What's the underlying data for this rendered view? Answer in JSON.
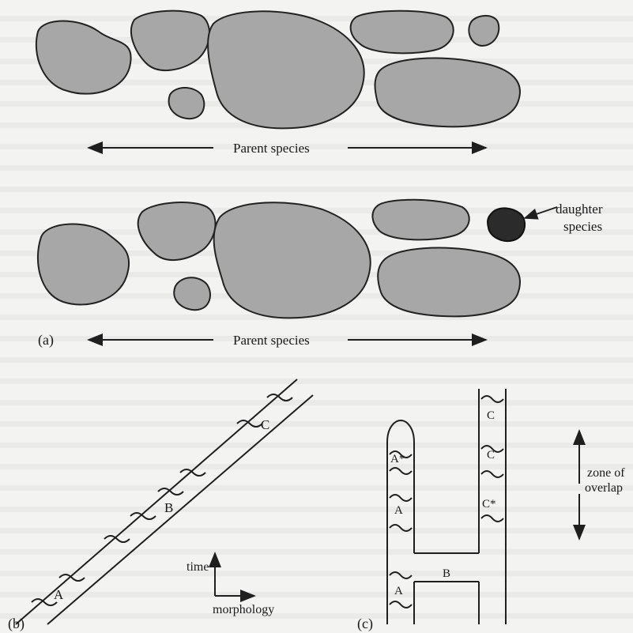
{
  "panel_a": {
    "label": "(a)",
    "top_arrow_label": "Parent species",
    "bottom_arrow_label": "Parent species",
    "daughter_label_line1": "daughter",
    "daughter_label_line2": "species"
  },
  "panel_b": {
    "label": "(b)",
    "axis_y_label": "time",
    "axis_x_label": "morphology",
    "segment_labels": [
      "A",
      "B",
      "C"
    ]
  },
  "panel_c": {
    "label": "(c)",
    "left_labels": [
      "A*",
      "A",
      "A"
    ],
    "bridge_label": "B",
    "right_labels": [
      "C",
      "C",
      "C*"
    ],
    "overlap_line1": "zone of",
    "overlap_line2": "overlap"
  },
  "colors": {
    "blob_fill": "#a7a7a7",
    "daughter_fill": "#2b2b2b",
    "line": "#1f1f1f"
  }
}
